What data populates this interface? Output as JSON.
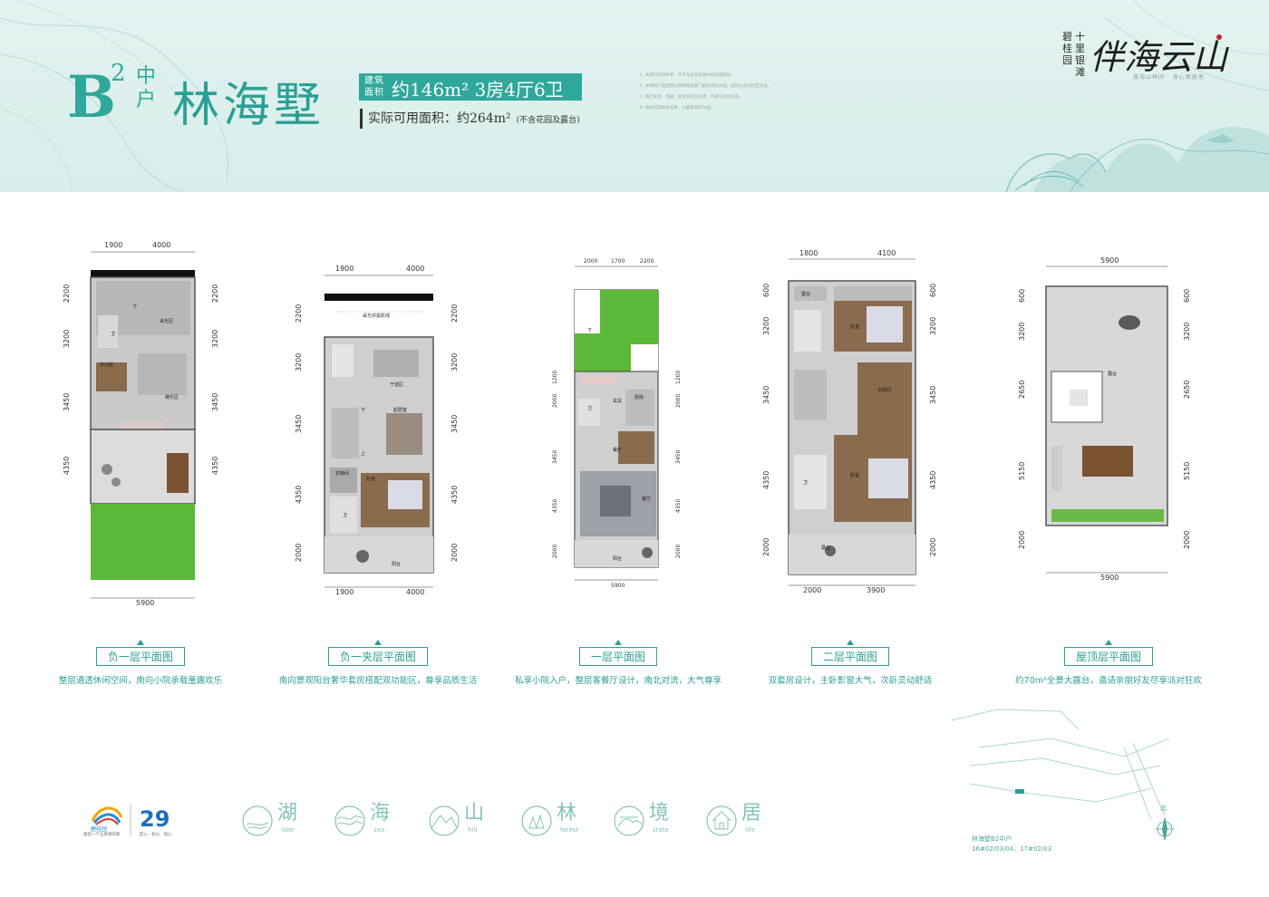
{
  "header": {
    "unit_letter": "B",
    "unit_sup": "2",
    "unit_sub": "中户",
    "unit_name": "林海墅",
    "area_label": "建筑面积",
    "area_text": "约146m² 3房4厅6卫",
    "usable_text": "实际可用面积：约264m²",
    "usable_note": "(不含花园及露台)",
    "notes": [
      "1. 本资料仅供参考，不作为合同及要约的组成部分。",
      "2. 本项目户型面积以政府相关部门最终测绘为准，装修以合同约定为准。",
      "3. 图示家具、电器、绿化等仅为示意，不属于交付标准。",
      "4. 相关内容如有变更，以最新资料为准。"
    ]
  },
  "brand": {
    "small_left": "碧桂园",
    "small_right": "十里银滩",
    "big": "伴海云山",
    "tagline": "游海山林间 · 身心栖居地"
  },
  "plans": [
    {
      "key": "b1",
      "title": "负一层平面图",
      "desc": "整层通透休闲空间，南向小院承载童趣欢乐",
      "dims_top": [
        "1900",
        "4000"
      ],
      "dims_bottom": [
        "5900"
      ],
      "dims_left": [
        "2200",
        "3200",
        "3450",
        "4350"
      ],
      "dims_right": [
        "2200",
        "3200",
        "3450",
        "4350"
      ],
      "rooms": [
        "采光区",
        "卫",
        "多功能",
        "娱乐区",
        "下"
      ]
    },
    {
      "key": "b1m",
      "title": "负一夹层平面图",
      "desc": "南向景观阳台奢华套房搭配双功能区，尊享品质生活",
      "dims_top": [
        "1900",
        "4000"
      ],
      "dims_bottom": [
        "1900",
        "4000"
      ],
      "dims_left": [
        "2200",
        "3200",
        "3450",
        "4350",
        "2000"
      ],
      "dims_right": [
        "2200",
        "3200",
        "3450",
        "4350",
        "2000"
      ],
      "rooms": [
        "采光井投影线",
        "干湿区",
        "起居室",
        "卧室",
        "衣帽间",
        "卫",
        "阳台",
        "下",
        "上"
      ]
    },
    {
      "key": "f1",
      "title": "一层平面图",
      "desc": "私享小院入户，整层客餐厅设计，南北对流，大气尊享",
      "dims_top": [
        "2000",
        "1700",
        "2200"
      ],
      "dims_bottom": [
        "5900"
      ],
      "dims_left": [
        "1200",
        "2000",
        "3450",
        "4350",
        "2000"
      ],
      "dims_right": [
        "1200",
        "2000",
        "3450",
        "4350",
        "2000"
      ],
      "rooms": [
        "玄关",
        "厨房",
        "卫",
        "餐厅",
        "客厅",
        "阳台",
        "下"
      ]
    },
    {
      "key": "f2",
      "title": "二层平面图",
      "desc": "双套房设计，主卧影窗大气，次卧灵动舒适",
      "dims_top": [
        "1800",
        "4100"
      ],
      "dims_bottom": [
        "2000",
        "3900"
      ],
      "dims_left": [
        "600",
        "3200",
        "3450",
        "4350",
        "2000"
      ],
      "dims_right": [
        "600",
        "3200",
        "3450",
        "4350",
        "2000"
      ],
      "rooms": [
        "露台",
        "卧室",
        "衣帽间",
        "卫",
        "卧室",
        "露台"
      ]
    },
    {
      "key": "roof",
      "title": "屋顶层平面图",
      "desc": "约70m²全景大露台，邀请亲朋好友尽享派对狂欢",
      "dims_top": [
        "5900"
      ],
      "dims_bottom": [
        "5900"
      ],
      "dims_left": [
        "600",
        "3200",
        "2650",
        "5150",
        "2000"
      ],
      "dims_right": [
        "600",
        "3200",
        "2650",
        "5150",
        "2000"
      ],
      "rooms": [
        "露台"
      ]
    }
  ],
  "logo": {
    "brand": "碧桂园",
    "anniv": "29",
    "slogan_left": "给您一个五星级的家",
    "slogan_right": "匠心 · 初心 · 恒心"
  },
  "icons": [
    {
      "cn": "湖",
      "en": "lake",
      "icon": "lake-icon"
    },
    {
      "cn": "海",
      "en": "sea",
      "icon": "sea-icon"
    },
    {
      "cn": "山",
      "en": "hill",
      "icon": "hill-icon"
    },
    {
      "cn": "林",
      "en": "forest",
      "icon": "forest-icon"
    },
    {
      "cn": "境",
      "en": "state",
      "icon": "state-icon"
    },
    {
      "cn": "居",
      "en": "life",
      "icon": "life-icon"
    }
  ],
  "site": {
    "title": "林海墅B2中户",
    "sub": "16#02/03/04、17#02/03",
    "north": "北"
  },
  "colors": {
    "accent": "#2c9f95",
    "header_bg": "#dcefec",
    "grass": "#5cb838"
  }
}
